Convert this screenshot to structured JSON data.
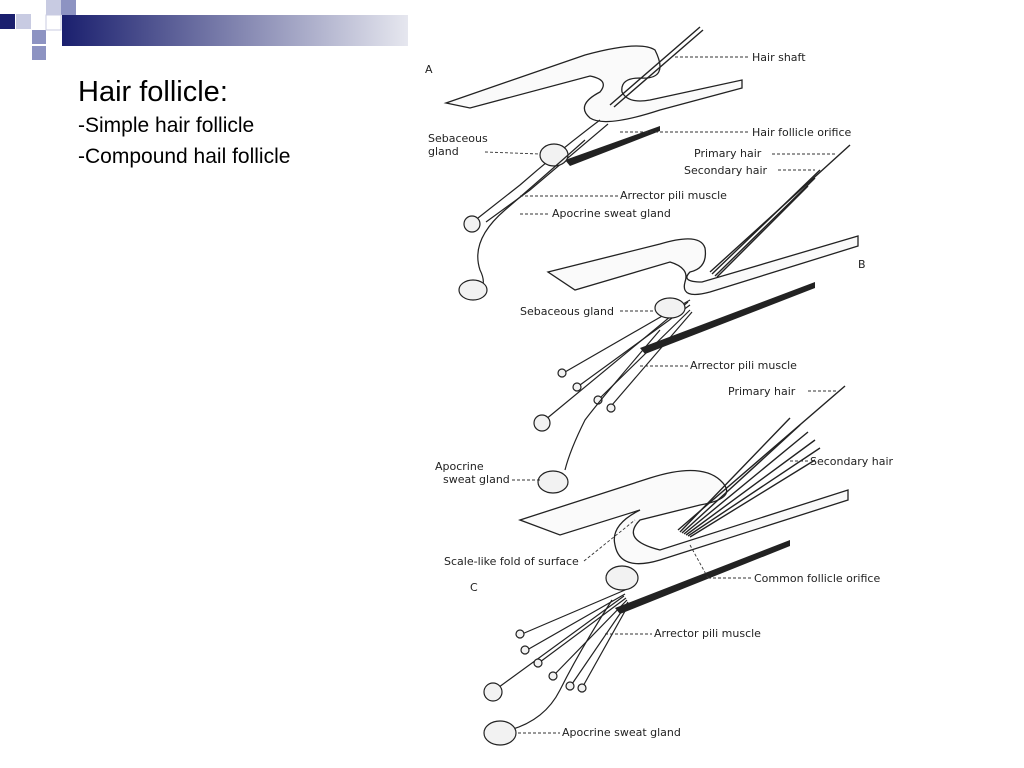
{
  "slide": {
    "title": "Hair follicle:",
    "bullets": [
      "-Simple hair follicle",
      "-Compound hail follicle"
    ]
  },
  "theme": {
    "dark_blue": "#1a1f6e",
    "mid_blue": "#8d93c2",
    "light_blue": "#c8cbe2",
    "bar_gradient_start": "#1a1f6e",
    "bar_gradient_end": "#e6e7ef"
  },
  "figure": {
    "panels": {
      "a": "A",
      "b": "B",
      "c": "C"
    },
    "labels": {
      "a_hair_shaft": "Hair shaft",
      "a_sebaceous_line1": "Sebaceous",
      "a_sebaceous_line2": "gland",
      "a_follicle_orifice": "Hair follicle orifice",
      "a_arrector": "Arrector pili muscle",
      "a_apocrine": "Apocrine sweat gland",
      "b_primary_hair": "Primary hair",
      "b_secondary_hair": "Secondary hair",
      "b_sebaceous": "Sebaceous gland",
      "b_arrector": "Arrector pili muscle",
      "b_apocrine_line1": "Apocrine",
      "b_apocrine_line2": "sweat gland",
      "c_primary_hair": "Primary hair",
      "c_secondary_hair": "Secondary hair",
      "c_scale_fold": "Scale-like fold of surface",
      "c_common_orifice": "Common follicle orifice",
      "c_arrector": "Arrector pili muscle",
      "c_apocrine": "Apocrine sweat gland"
    }
  }
}
